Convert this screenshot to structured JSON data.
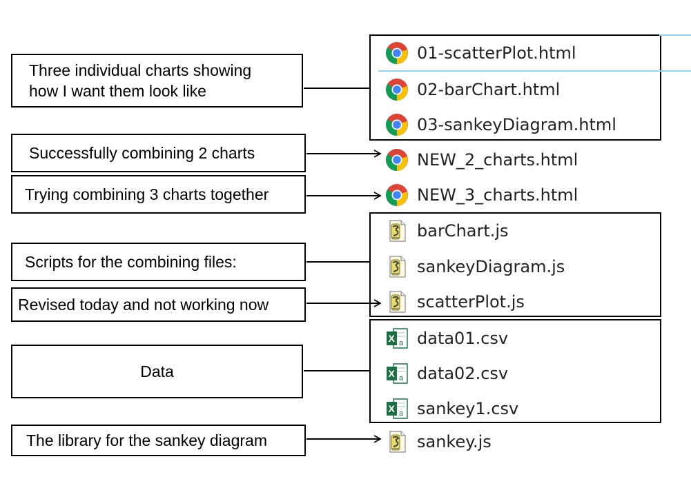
{
  "annotations": [
    {
      "key": "n1",
      "text": "Three individual charts showing\nhow I want them look like"
    },
    {
      "key": "n2",
      "text": "Successfully combining 2 charts"
    },
    {
      "key": "n3",
      "text": "Trying combining 3 charts together"
    },
    {
      "key": "n4",
      "text": "Scripts for the combining files:"
    },
    {
      "key": "n5",
      "text": "Revised today and not working now"
    },
    {
      "key": "n6",
      "text": "Data"
    },
    {
      "key": "n7",
      "text": "The library for the sankey diagram"
    }
  ],
  "files": [
    {
      "name": "01-scatterPlot.html",
      "icon": "chrome-icon"
    },
    {
      "name": "02-barChart.html",
      "icon": "chrome-icon"
    },
    {
      "name": "03-sankeyDiagram.html",
      "icon": "chrome-icon"
    },
    {
      "name": "NEW_2_charts.html",
      "icon": "chrome-icon"
    },
    {
      "name": "NEW_3_charts.html",
      "icon": "chrome-icon"
    },
    {
      "name": "barChart.js",
      "icon": "js-script-icon"
    },
    {
      "name": "sankeyDiagram.js",
      "icon": "js-script-icon"
    },
    {
      "name": "scatterPlot.js",
      "icon": "js-script-icon"
    },
    {
      "name": "data01.csv",
      "icon": "excel-csv-icon"
    },
    {
      "name": "data02.csv",
      "icon": "excel-csv-icon"
    },
    {
      "name": "sankey1.csv",
      "icon": "excel-csv-icon"
    },
    {
      "name": "sankey.js",
      "icon": "js-script-icon"
    }
  ],
  "colors": {
    "selection_line": "#8fd3f5",
    "chrome_red": "#db4437",
    "chrome_yellow": "#f4c20d",
    "chrome_green": "#0f9d58",
    "chrome_blue": "#4285f4",
    "excel_green": "#1d7044"
  }
}
